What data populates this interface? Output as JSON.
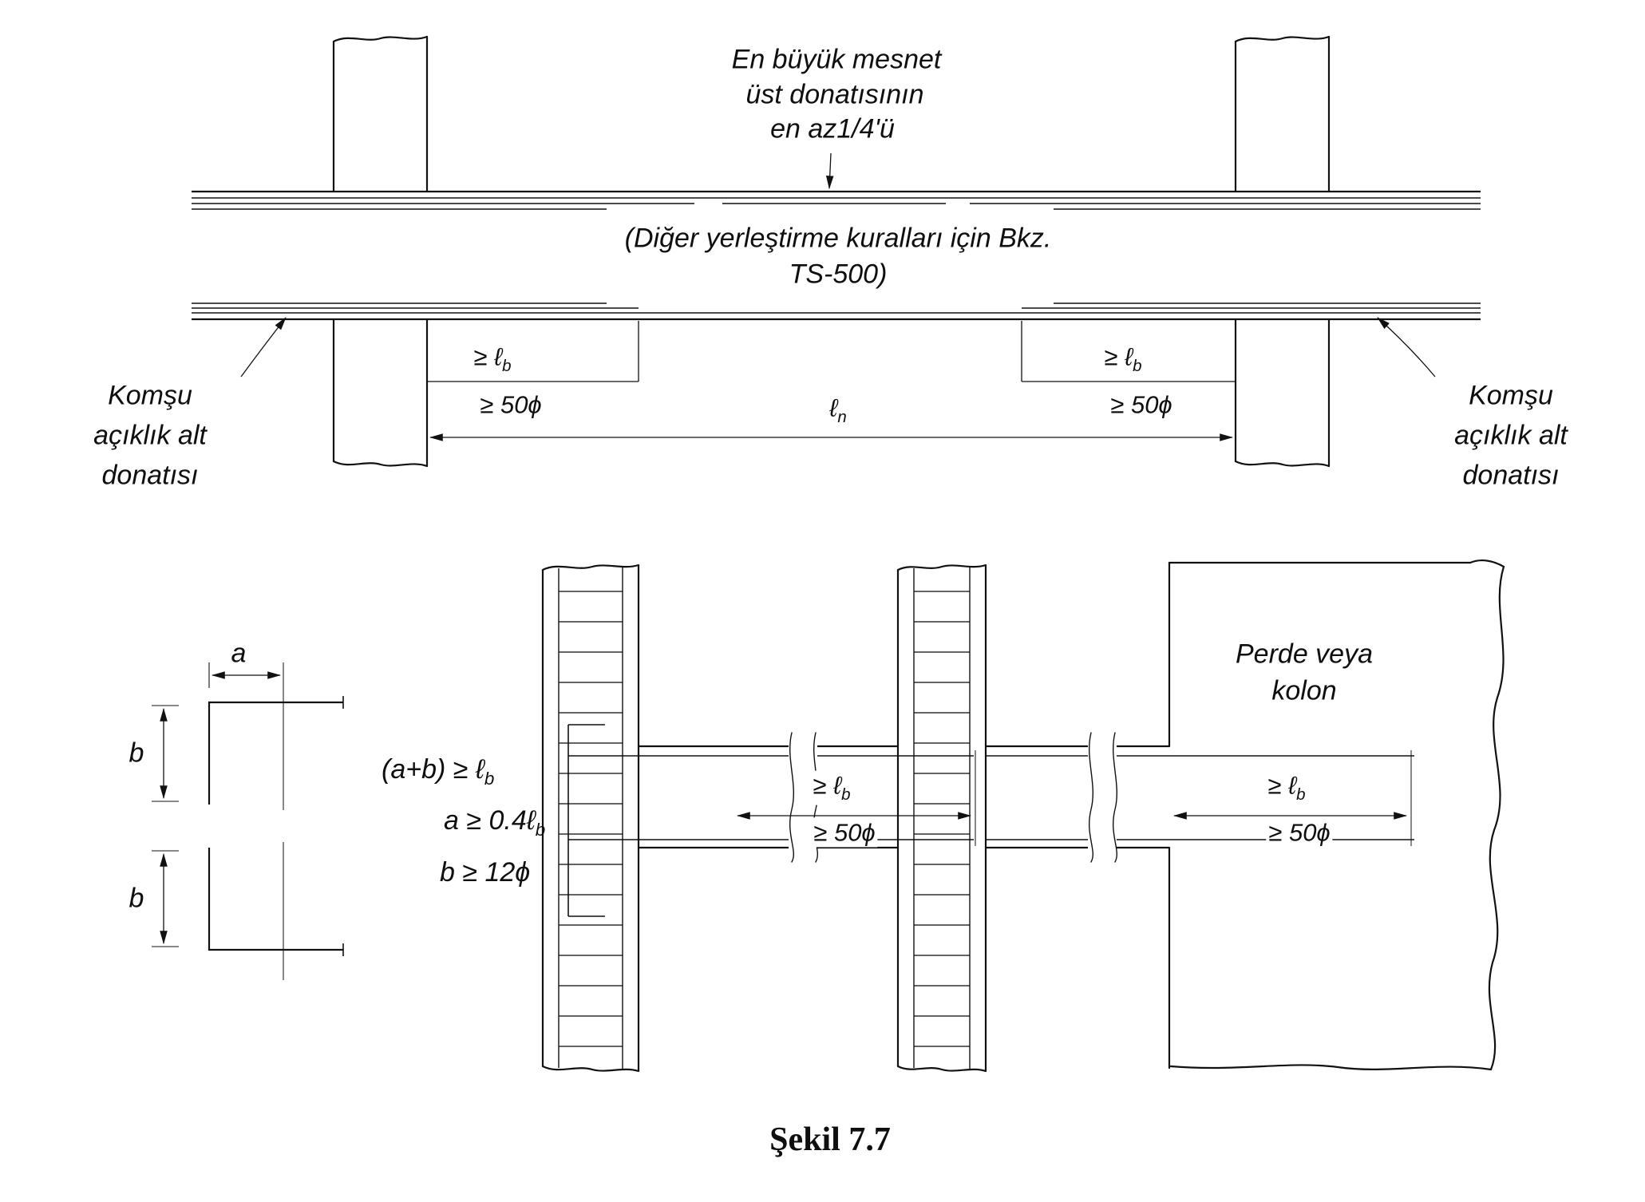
{
  "figure": {
    "caption": "Şekil 7.7"
  },
  "top_diagram": {
    "support_note": [
      "En büyük mesnet",
      "üst donatısının",
      "en az1/4'ü"
    ],
    "placement_note": [
      "(Diğer yerleştirme kuralları için Bkz.",
      "TS-500)"
    ],
    "left_neighbor_note": [
      "Komşu",
      "açıklık alt",
      "donatısı"
    ],
    "right_neighbor_note": [
      "Komşu",
      "açıklık alt",
      "donatısı"
    ]
  },
  "dims": {
    "lb_main": "≥ ℓ",
    "lb_sub": "b",
    "phi50": "≥ 50ϕ",
    "ln_main": "ℓ",
    "ln_sub": "n"
  },
  "hook_detail": {
    "dim_a": "a",
    "dim_b": "b",
    "rules": [
      {
        "main": "(a+b) ≥ ℓ",
        "sub": "b"
      },
      {
        "main": "a ≥ 0.4ℓ",
        "sub": "b"
      },
      {
        "main": "b ≥ 12ϕ",
        "sub": ""
      }
    ]
  },
  "bottom_diagram": {
    "wall_label": [
      "Perde veya",
      "kolon"
    ]
  }
}
